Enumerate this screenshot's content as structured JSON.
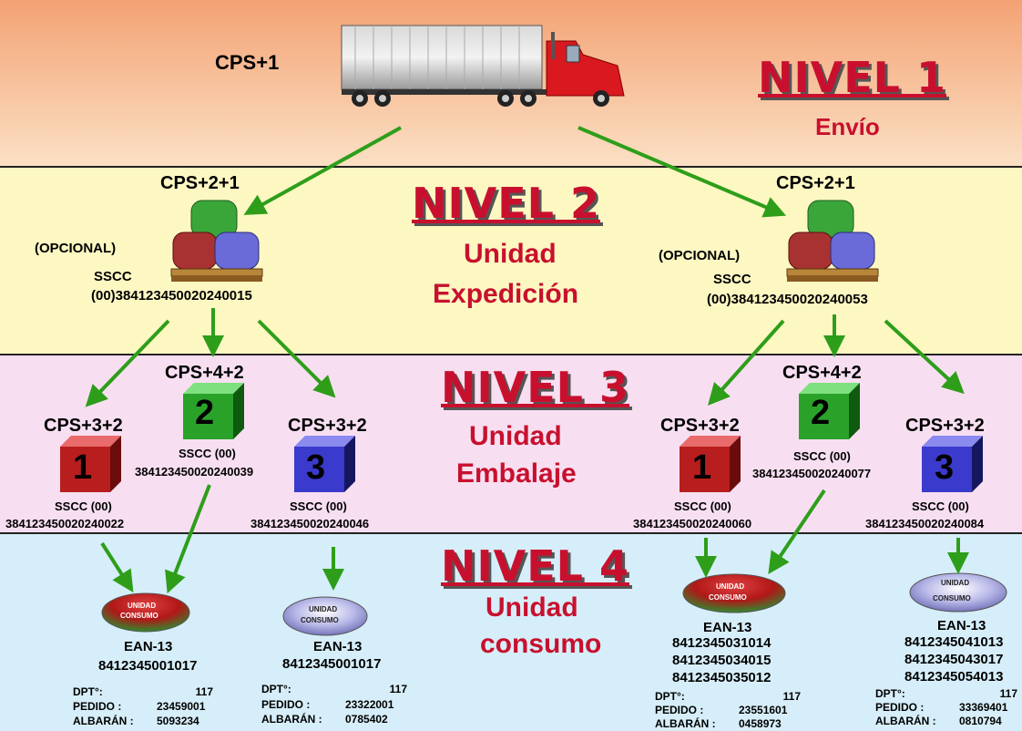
{
  "nivel1": {
    "title": "NIVEL 1",
    "subtitle": "Envío",
    "cps": "CPS+1"
  },
  "nivel2": {
    "title": "NIVEL 2",
    "subtitle_line1": "Unidad",
    "subtitle_line2": "Expedición",
    "left": {
      "cps": "CPS+2+1",
      "opcional": "(OPCIONAL)",
      "sscc_label": "SSCC",
      "code": "(00)384123450020240015"
    },
    "right": {
      "cps": "CPS+2+1",
      "opcional": "(OPCIONAL)",
      "sscc_label": "SSCC",
      "code": "(00)384123450020240053"
    }
  },
  "nivel3": {
    "title": "NIVEL 3",
    "subtitle_line1": "Unidad",
    "subtitle_line2": "Embalaje",
    "boxes": [
      {
        "cps": "CPS+3+2",
        "num": "1",
        "sscc": "SSCC (00)",
        "code": "384123450020240022"
      },
      {
        "cps": "CPS+4+2",
        "num": "2",
        "sscc": "SSCC (00)",
        "code": "384123450020240039"
      },
      {
        "cps": "CPS+3+2",
        "num": "3",
        "sscc": "SSCC (00)",
        "code": "384123450020240046"
      },
      {
        "cps": "CPS+3+2",
        "num": "1",
        "sscc": "SSCC (00)",
        "code": "384123450020240060"
      },
      {
        "cps": "CPS+4+2",
        "num": "2",
        "sscc": "SSCC (00)",
        "code": "384123450020240077"
      },
      {
        "cps": "CPS+3+2",
        "num": "3",
        "sscc": "SSCC (00)",
        "code": "384123450020240084"
      }
    ]
  },
  "nivel4": {
    "title": "NIVEL 4",
    "subtitle_line1": "Unidad",
    "subtitle_line2": "consumo",
    "pill_line1": "UNIDAD",
    "pill_line2": "CONSUMO",
    "dpt_label": "DPT°:",
    "pedido_label": "PEDIDO :",
    "albaran_label": "ALBARÁN :",
    "units": [
      {
        "ean": "EAN-13",
        "codes": [
          "8412345001017"
        ],
        "dpt": "117",
        "pedido": "23459001",
        "albaran": "5093234"
      },
      {
        "ean": "EAN-13",
        "codes": [
          "8412345001017"
        ],
        "dpt": "117",
        "pedido": "23322001",
        "albaran": "0785402"
      },
      {
        "ean": "EAN-13",
        "codes": [
          "8412345031014",
          "8412345034015",
          "8412345035012"
        ],
        "dpt": "117",
        "pedido": "23551601",
        "albaran": "0458973"
      },
      {
        "ean": "EAN-13",
        "codes": [
          "8412345041013",
          "8412345043017",
          "8412345054013"
        ],
        "dpt": "117",
        "pedido": "33369401",
        "albaran": "0810794"
      }
    ]
  },
  "colors": {
    "accent_red": "#c8102e",
    "arrow_green": "#2e9e1a",
    "band1": "#f3a274",
    "band2": "#fdf7c2",
    "band3": "#f7dff1",
    "band4": "#d6eef9"
  }
}
